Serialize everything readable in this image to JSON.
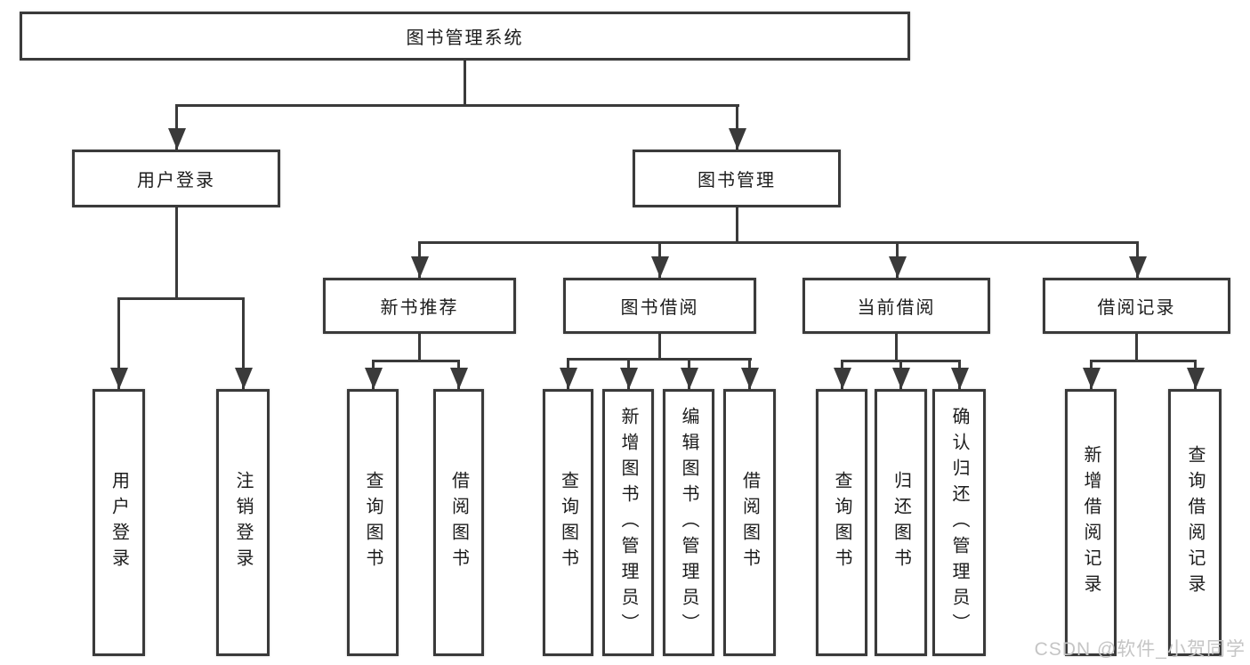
{
  "diagram_title": "图书管理系统",
  "colors": {
    "bg": "#ffffff",
    "line": "#3a3a3a",
    "ink": "#1c1c1c",
    "wm": "#c5c5c5"
  },
  "nodes": {
    "root": {
      "label": "图书管理系统"
    },
    "user_login": {
      "label": "用户登录"
    },
    "book_mgmt": {
      "label": "图书管理"
    },
    "login": {
      "label": "用户登录"
    },
    "logout": {
      "label": "注销登录"
    },
    "new_rec": {
      "label": "新书推荐"
    },
    "book_borrow": {
      "label": "图书借阅"
    },
    "cur_borrow": {
      "label": "当前借阅"
    },
    "borrow_rec": {
      "label": "借阅记录"
    },
    "nr_query": {
      "label": "查询图书"
    },
    "nr_borrow": {
      "label": "借阅图书"
    },
    "bb_query": {
      "label": "查询图书"
    },
    "bb_add": {
      "label": "新增图书（管理员）"
    },
    "bb_edit": {
      "label": "编辑图书（管理员）"
    },
    "bb_borrow": {
      "label": "借阅图书"
    },
    "cb_query": {
      "label": "查询图书"
    },
    "cb_return": {
      "label": "归还图书"
    },
    "cb_confirm": {
      "label": "确认归还（管理员）"
    },
    "br_add": {
      "label": "新增借阅记录"
    },
    "br_query": {
      "label": "查询借阅记录"
    }
  },
  "hierarchy": {
    "图书管理系统": {
      "用户登录": [
        "用户登录",
        "注销登录"
      ],
      "图书管理": {
        "新书推荐": [
          "查询图书",
          "借阅图书"
        ],
        "图书借阅": [
          "查询图书",
          "新增图书（管理员）",
          "编辑图书（管理员）",
          "借阅图书"
        ],
        "当前借阅": [
          "查询图书",
          "归还图书",
          "确认归还（管理员）"
        ],
        "借阅记录": [
          "新增借阅记录",
          "查询借阅记录"
        ]
      }
    }
  },
  "watermark": {
    "text": "CSDN @软件_小贺同学"
  }
}
